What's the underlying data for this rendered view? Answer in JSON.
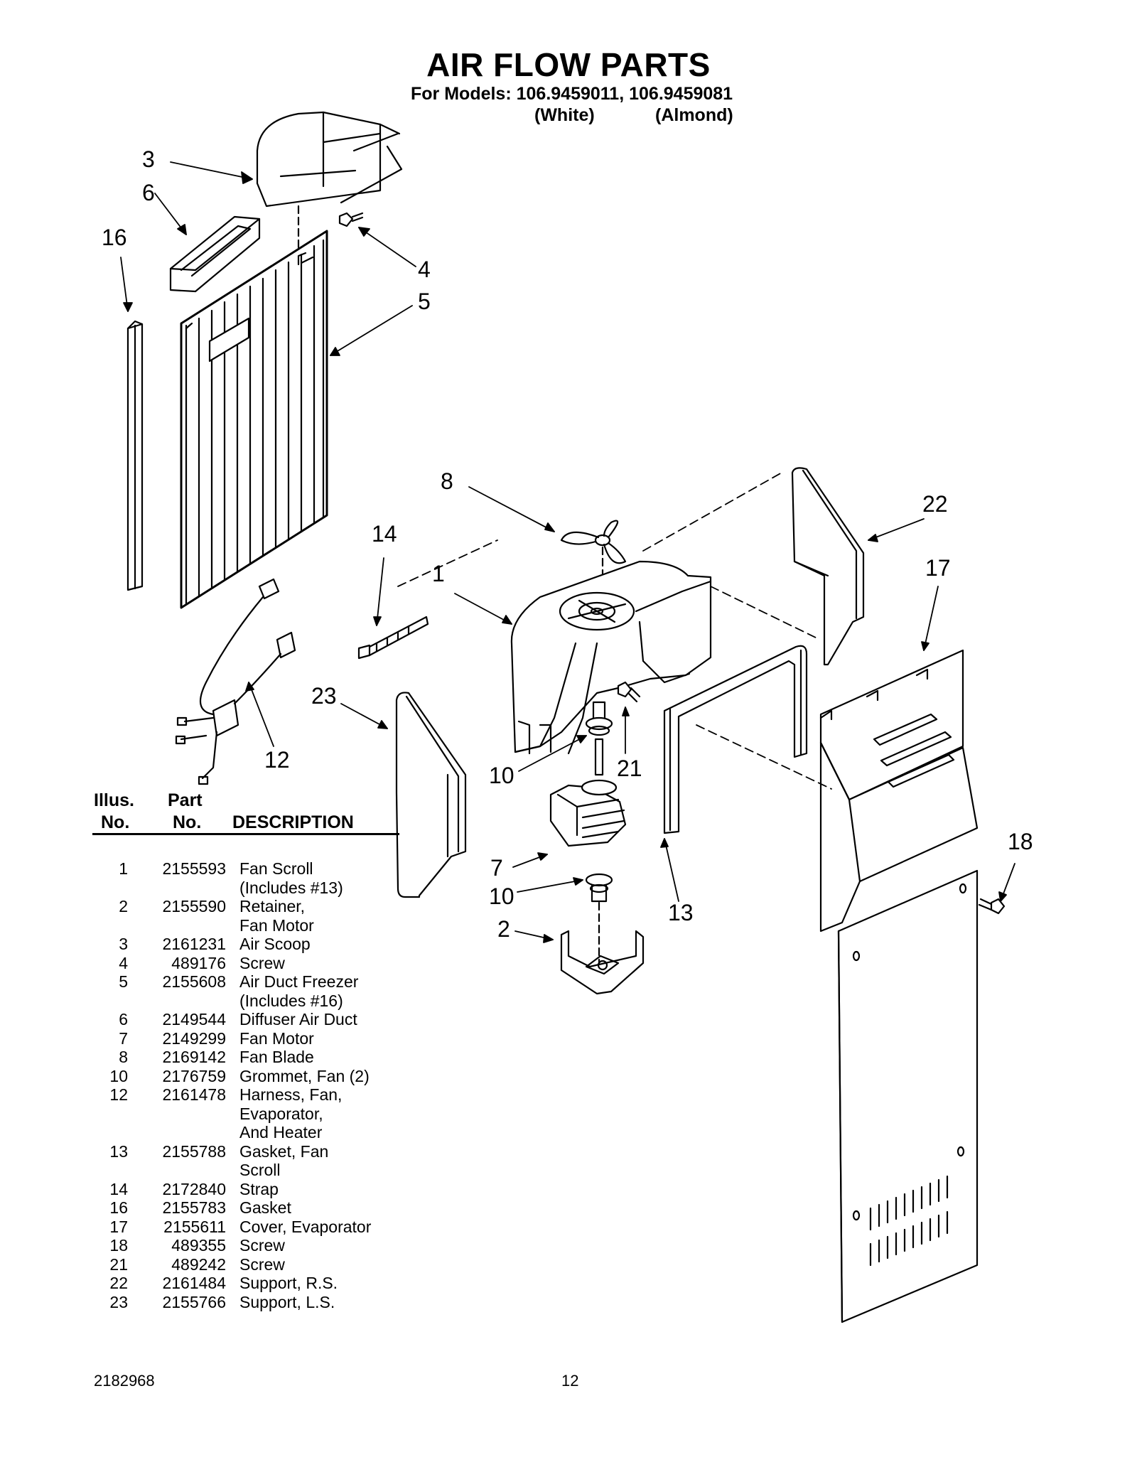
{
  "header": {
    "title": "AIR FLOW PARTS",
    "models": "For Models: 106.9459011, 106.9459081",
    "variant_1": "(White)",
    "variant_2": "(Almond)"
  },
  "table": {
    "headers": {
      "illus_line1": "Illus.",
      "illus_line2": "No.",
      "part_line1": "Part",
      "part_line2": "No.",
      "description": "DESCRIPTION"
    },
    "rows": [
      {
        "illus": "1",
        "part": "2155593",
        "description": "Fan Scroll"
      },
      {
        "illus": "",
        "part": "",
        "description": "(Includes #13)"
      },
      {
        "illus": "2",
        "part": "2155590",
        "description": "Retainer,"
      },
      {
        "illus": "",
        "part": "",
        "description": "Fan Motor"
      },
      {
        "illus": "3",
        "part": "2161231",
        "description": "Air Scoop"
      },
      {
        "illus": "4",
        "part": "489176",
        "description": "Screw"
      },
      {
        "illus": "5",
        "part": "2155608",
        "description": "Air Duct Freezer"
      },
      {
        "illus": "",
        "part": "",
        "description": "(Includes #16)"
      },
      {
        "illus": "6",
        "part": "2149544",
        "description": "Diffuser Air Duct"
      },
      {
        "illus": "7",
        "part": "2149299",
        "description": "Fan Motor"
      },
      {
        "illus": "8",
        "part": "2169142",
        "description": "Fan Blade"
      },
      {
        "illus": "10",
        "part": "2176759",
        "description": "Grommet, Fan (2)"
      },
      {
        "illus": "12",
        "part": "2161478",
        "description": "Harness, Fan,"
      },
      {
        "illus": "",
        "part": "",
        "description": "Evaporator,"
      },
      {
        "illus": "",
        "part": "",
        "description": "And Heater"
      },
      {
        "illus": "13",
        "part": "2155788",
        "description": "Gasket, Fan"
      },
      {
        "illus": "",
        "part": "",
        "description": "Scroll"
      },
      {
        "illus": "14",
        "part": "2172840",
        "description": "Strap"
      },
      {
        "illus": "16",
        "part": "2155783",
        "description": "Gasket"
      },
      {
        "illus": "17",
        "part": "2155611",
        "description": "Cover, Evaporator"
      },
      {
        "illus": "18",
        "part": "489355",
        "description": "Screw"
      },
      {
        "illus": "21",
        "part": "489242",
        "description": "Screw"
      },
      {
        "illus": "22",
        "part": "2161484",
        "description": "Support, R.S."
      },
      {
        "illus": "23",
        "part": "2155766",
        "description": "Support, L.S."
      }
    ]
  },
  "diagram": {
    "callouts": {
      "c3": "3",
      "c6": "6",
      "c16": "16",
      "c4": "4",
      "c5": "5",
      "c8": "8",
      "c14": "14",
      "c1": "1",
      "c22": "22",
      "c17": "17",
      "c23": "23",
      "c12": "12",
      "c21": "21",
      "c10a": "10",
      "c7": "7",
      "c10b": "10",
      "c2": "2",
      "c13": "13",
      "c18": "18"
    }
  },
  "footer": {
    "doc_number": "2182968",
    "page_number": "12"
  }
}
